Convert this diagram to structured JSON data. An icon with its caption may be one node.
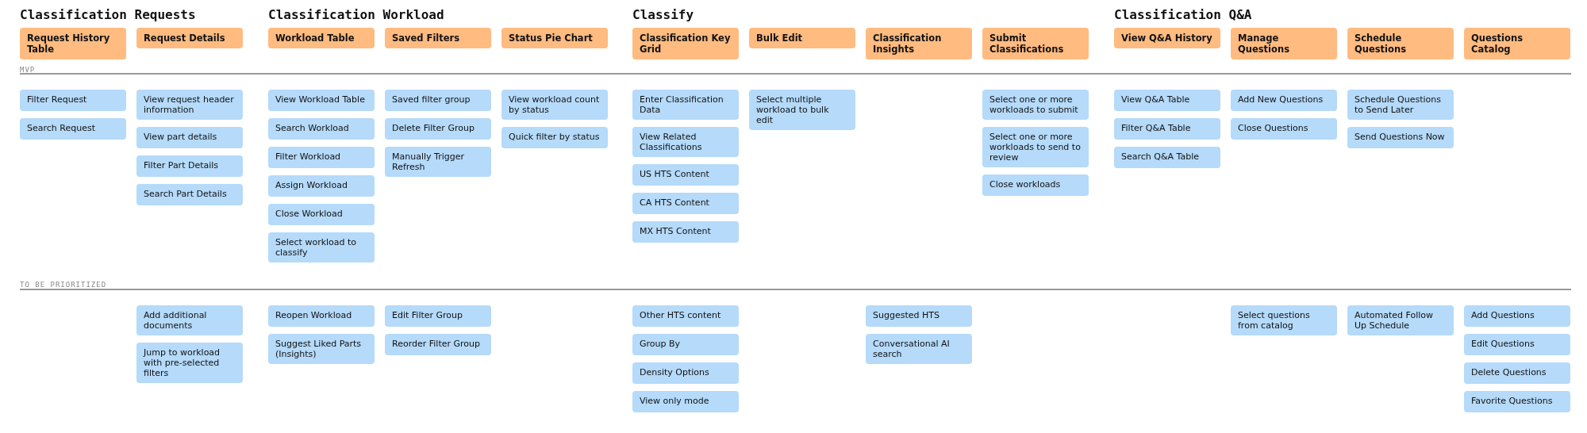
{
  "diagram": {
    "nodes": [
      {
        "text": [
          "Request History Table"
        ]
      },
      {
        "text": [
          "Filter Request"
        ]
      },
      {
        "text": [
          "Search Request"
        ]
      },
      {
        "text": [
          "Request Details"
        ]
      },
      {
        "text": [
          "View request header information"
        ]
      },
      {
        "text": [
          "View part details"
        ]
      },
      {
        "text": [
          "Filter Part Details"
        ]
      },
      {
        "text": [
          "Search Part Details"
        ]
      },
      {
        "text": [
          "Add additional documents"
        ]
      },
      {
        "text": [
          "Jump to workload with pre-selected filters"
        ]
      },
      {
        "text": [
          "Workload Table"
        ]
      },
      {
        "text": [
          "View Workload Table"
        ]
      },
      {
        "text": [
          "Search Workload"
        ]
      },
      {
        "text": [
          "Filter Workload"
        ]
      },
      {
        "text": [
          "Assign Workload"
        ]
      },
      {
        "text": [
          "Close Workload"
        ]
      },
      {
        "text": [
          "Select workload to classify"
        ]
      },
      {
        "text": [
          "Reopen Workload"
        ]
      },
      {
        "text": [
          "Suggest Liked Parts (Insights)"
        ]
      },
      {
        "text": [
          "Saved Filters"
        ]
      },
      {
        "text": [
          "Saved filter group"
        ]
      },
      {
        "text": [
          "Delete Filter Group"
        ]
      },
      {
        "text": [
          "Manually Trigger Refresh"
        ]
      },
      {
        "text": [
          "Edit Filter Group"
        ]
      },
      {
        "text": [
          "Reorder Filter Group"
        ]
      },
      {
        "text": [
          "Status Pie Chart"
        ]
      },
      {
        "text": [
          "View workload count by status"
        ]
      },
      {
        "text": [
          "Quick filter by status"
        ]
      },
      {
        "text": [
          "Classification Key Grid"
        ]
      },
      {
        "text": [
          "Enter Classification Data"
        ]
      },
      {
        "text": [
          "View Related Classifications"
        ]
      },
      {
        "text": [
          "US HTS Content"
        ]
      },
      {
        "text": [
          "CA HTS Content"
        ]
      },
      {
        "text": [
          "MX HTS Content"
        ]
      },
      {
        "text": [
          "Other HTS content"
        ]
      },
      {
        "text": [
          "Group By"
        ]
      },
      {
        "text": [
          "Density Options"
        ]
      },
      {
        "text": [
          "View only mode"
        ]
      },
      {
        "text": [
          "Bulk Edit"
        ]
      },
      {
        "text": [
          "Select multiple workload to bulk edit"
        ]
      },
      {
        "text": [
          "Classification Insights"
        ]
      },
      {
        "text": [
          "Suggested HTS"
        ]
      },
      {
        "text": [
          "Conversational AI search"
        ]
      },
      {
        "text": [
          "Submit Classifications"
        ]
      },
      {
        "text": [
          "Select one or more workloads to submit"
        ]
      },
      {
        "text": [
          "Select one or more workloads to send to review"
        ]
      },
      {
        "text": [
          "Close workloads"
        ]
      },
      {
        "text": [
          "View Q&A History"
        ]
      },
      {
        "text": [
          "View Q&A Table"
        ]
      },
      {
        "text": [
          "Filter Q&A Table"
        ]
      },
      {
        "text": [
          "Search Q&A Table"
        ]
      },
      {
        "text": [
          "Manage Questions"
        ]
      },
      {
        "text": [
          "Add New Questions"
        ]
      },
      {
        "text": [
          "Close Questions"
        ]
      },
      {
        "text": [
          "Select questions from catalog"
        ]
      },
      {
        "text": [
          "Schedule Questions"
        ]
      },
      {
        "text": [
          "Schedule Questions to Send Later"
        ]
      },
      {
        "text": [
          "Send Questions Now"
        ]
      },
      {
        "text": [
          "Automated Follow Up Schedule"
        ]
      },
      {
        "text": [
          "Questions Catalog"
        ]
      },
      {
        "text": [
          "Add Questions"
        ]
      },
      {
        "text": [
          "Edit Questions"
        ]
      },
      {
        "text": [
          "Delete Questions"
        ]
      },
      {
        "text": [
          "Favorite Questions"
        ]
      }
    ],
    "labels": [
      "Classification Requests",
      "Classification Workload",
      "Classify",
      "Classification Q&A",
      "MVP",
      "TO BE PRIORITIZED"
    ]
  }
}
